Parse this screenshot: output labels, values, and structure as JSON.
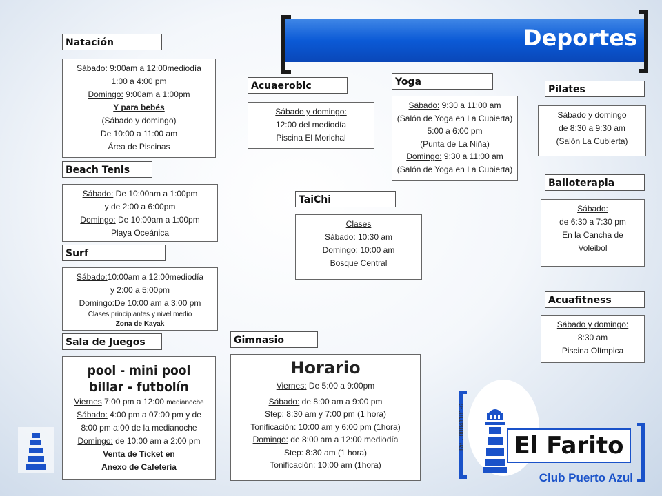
{
  "banner": {
    "title": "Deportes"
  },
  "natacion": {
    "header": "Natación",
    "l1a": "Sábado:",
    "l1b": " 9:00am  a 12:00mediodía",
    "l2": "1:00 a 4:00 pm",
    "l3a": "Domingo:",
    "l3b": " 9:00am a 1:00pm",
    "l4": "Y para bebés",
    "l5": "(Sábado y domingo)",
    "l6": "De 10:00 a 11:00 am",
    "l7": "Área de Piscinas"
  },
  "beach": {
    "header": "Beach Tenis",
    "l1a": "Sábado:",
    "l1b": " De 10:00am a 1:00pm",
    "l2": "y de 2:00 a 6:00pm",
    "l3a": "Domingo:",
    "l3b": " De 10:00am a 1:00pm",
    "l4": "Playa Oceánica"
  },
  "surf": {
    "header": "Surf",
    "l1a": "Sábado:",
    "l1b": "10:00am a 12:00mediodía",
    "l2": "y 2:00 a 5:00pm",
    "l3": "Domingo:De 10:00 am a 3:00 pm",
    "l4": "Clases principiantes y nivel medio",
    "l5": "Zona de Kayak"
  },
  "sala": {
    "header": "Sala de Juegos",
    "big1": "pool - mini pool",
    "big2": "billar - futbolín",
    "l1a": "Viernes",
    "l1b": " 7:00 pm a 12:00 ",
    "l1c": "medianoche",
    "l2a": "Sábado:",
    "l2b": "  4:00 pm a 07:00 pm y de",
    "l3": "8:00 pm a:00 de la medianoche",
    "l4a": "Domingo:",
    "l4b": " de 10:00 am a 2:00 pm",
    "l5": "Venta de Ticket en",
    "l6": "Anexo de Cafetería"
  },
  "acuaerobic": {
    "header": "Acuaerobic",
    "l1": "Sábado y domingo:",
    "l2": "12:00 del mediodía",
    "l3": "Piscina El Morichal"
  },
  "yoga": {
    "header": "Yoga",
    "l1a": "Sábado:",
    "l1b": " 9:30 a 11:00 am",
    "l2": "(Salón de Yoga en La Cubierta)",
    "l3": "5:00 a 6:00 pm",
    "l4": "(Punta de La Niña)",
    "l5a": "Domingo:",
    "l5b": "  9:30 a 11:00 am",
    "l6": "(Salón de Yoga en La Cubierta)"
  },
  "pilates": {
    "header": "Pilates",
    "l1": "Sábado y domingo",
    "l2": "de 8:30 a 9:30 am",
    "l3": "(Salón La Cubierta)"
  },
  "taichi": {
    "header": "TaiChi",
    "l1": "Clases",
    "l2": "Sábado:  10:30 am",
    "l3": "Domingo: 10:00 am",
    "l4": "Bosque Central"
  },
  "bailo": {
    "header": "Bailoterapia",
    "l1": "Sábado:",
    "l2": "de 6:30 a 7:30 pm",
    "l3": "En la Cancha de",
    "l4": "Voleibol"
  },
  "acuafit": {
    "header": "Acuafitness",
    "l1": "Sábado y domingo:",
    "l2": "8:30 am",
    "l3": "Piscina Olímpica"
  },
  "gimnasio": {
    "header": "Gimnasio",
    "title": "Horario",
    "l1a": "Viernes:",
    "l1b": " De 5:00 a 9:00pm",
    "l2a": "Sábado:",
    "l2b": " de 8:00 am a 9:00 pm",
    "l3": "Step: 8:30 am y 7:00 pm (1 hora)",
    "l4": "Tonificación: 10:00 am y 6:00 pm (1hora)",
    "l5a": "Domingo:",
    "l5b": " de 8:00 am a 12:00 mediodía",
    "l6": "Step: 8:30 am (1 hora)",
    "l7": "Tonificación: 10:00 am (1hora)"
  },
  "brand": {
    "name": "El Farito",
    "club": "Club Puerto Azul",
    "rif": "Rif. J00041181-6"
  },
  "colors": {
    "accent": "#0b5ad6",
    "brand_blue": "#1a52c9"
  },
  "icons": [
    "lighthouse-icon",
    "lighthouse-small-icon"
  ]
}
